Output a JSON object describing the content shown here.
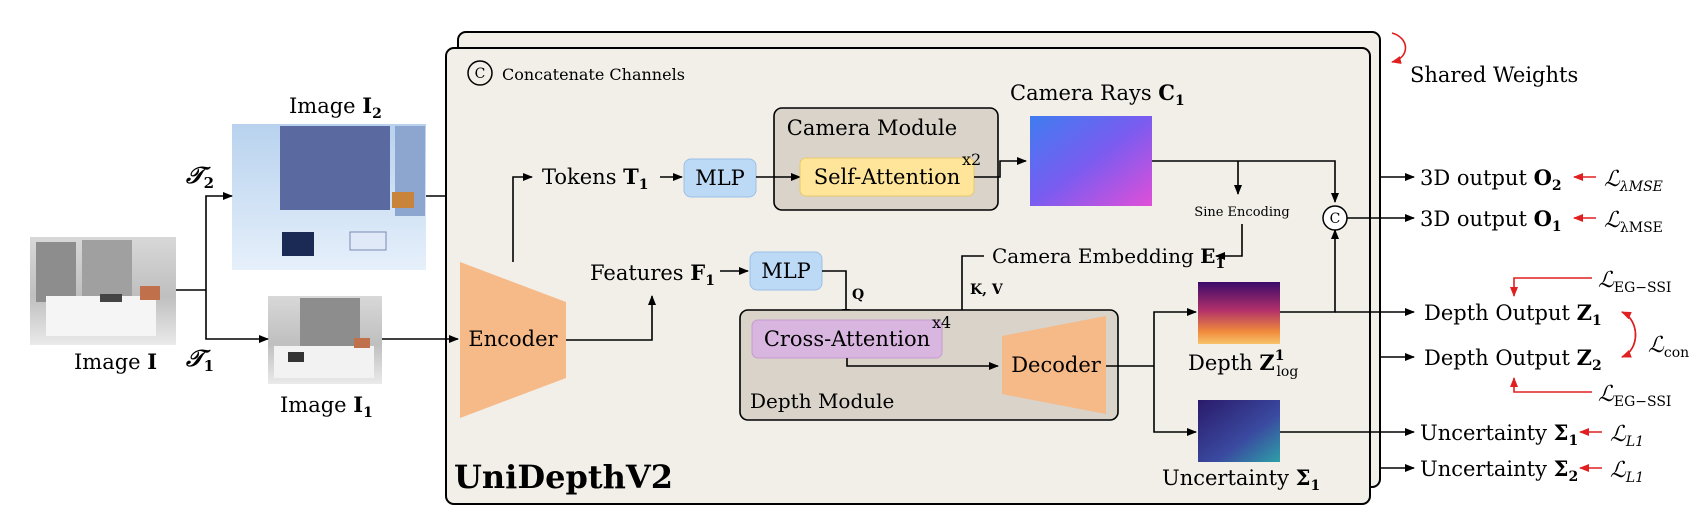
{
  "input": {
    "image_label": "Image ",
    "image_symbol": "I",
    "t1_script": "𝒯",
    "t1_sub": "1",
    "t2_script": "𝒯",
    "t2_sub": "2",
    "img2_label": "Image ",
    "img2_symbol": "I",
    "img2_sub": "2",
    "img1_label": "Image ",
    "img1_symbol": "I",
    "img1_sub": "1"
  },
  "model": {
    "title": "UniDepthV2",
    "concat_symbol": "C",
    "concat_label": "Concatenate Channels",
    "shared_weights": "Shared Weights",
    "encoder": "Encoder",
    "tokens_label": "Tokens ",
    "tokens_symbol": "T",
    "tokens_sub": "1",
    "features_label": "Features ",
    "features_symbol": "F",
    "features_sub": "1",
    "mlp_top": "MLP",
    "mlp_mid": "MLP",
    "camera_module": "Camera Module",
    "self_attention": "Self-Attention",
    "self_attention_repeat": "x2",
    "camera_rays_label": "Camera Rays ",
    "camera_rays_symbol": "C",
    "camera_rays_sub": "1",
    "sine_encoding": "Sine Encoding",
    "camera_embedding_label": "Camera Embedding ",
    "camera_embedding_symbol": "E",
    "camera_embedding_sub": "1",
    "q_label": "Q",
    "kv_label": "K, V",
    "cross_attention": "Cross-Attention",
    "cross_attention_repeat": "x4",
    "depth_module": "Depth Module",
    "decoder": "Decoder",
    "depth_log_label": "Depth ",
    "depth_log_symbol": "Z",
    "depth_log_sup": "1",
    "depth_log_sub": "log",
    "uncertainty_label": "Uncertainty ",
    "uncertainty_symbol": "Σ",
    "uncertainty_sub": "1"
  },
  "outputs": [
    {
      "label": "3D output ",
      "symbol": "O",
      "sub": "2",
      "loss": "ℒ",
      "loss_sub": "λMSE",
      "loss_italic": true
    },
    {
      "label": "3D output ",
      "symbol": "O",
      "sub": "1",
      "loss": "ℒ",
      "loss_sub": "λMSE",
      "loss_italic": false
    },
    {
      "label": "Depth Output ",
      "symbol": "Z",
      "sub": "1",
      "loss": "ℒ",
      "loss_sub": "EG−SSI"
    },
    {
      "label": "Depth Output ",
      "symbol": "Z",
      "sub": "2",
      "loss": "ℒ",
      "loss_sub": "con"
    },
    {
      "label": "",
      "symbol": "",
      "sub": "",
      "loss": "ℒ",
      "loss_sub": "EG−SSI"
    },
    {
      "label": "Uncertainty ",
      "symbol": "Σ",
      "sub": "1",
      "loss": "ℒ",
      "loss_sub": "L1"
    },
    {
      "label": "Uncertainty ",
      "symbol": "Σ",
      "sub": "2",
      "loss": "ℒ",
      "loss_sub": "L1"
    }
  ],
  "colors": {
    "panel": "#f2efe9",
    "module": "#d9d3c9",
    "mlp": "#bcd9f5",
    "self_attention": "#ffe59a",
    "cross_attention": "#d9b6e0",
    "encoder": "#f6b988",
    "arrow": "#000000",
    "loss_arrow": "#e02020"
  }
}
